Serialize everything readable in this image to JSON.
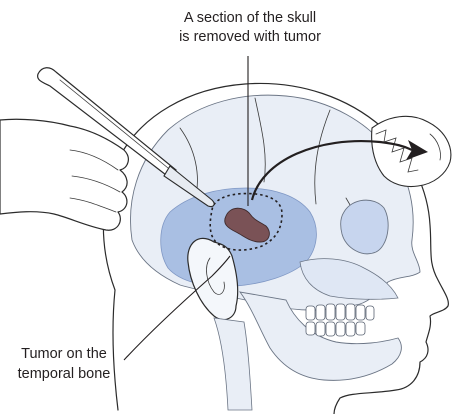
{
  "labels": {
    "top_line1": "A section of the skull",
    "top_line2": "is removed with tumor",
    "bottom_line1": "Tumor on the",
    "bottom_line2": "temporal bone"
  },
  "colors": {
    "skin": "#ffffff",
    "skull": "#e9eef6",
    "temporal_region": "#a9bfe3",
    "tumor": "#7a5256",
    "ink": "#231f20"
  }
}
